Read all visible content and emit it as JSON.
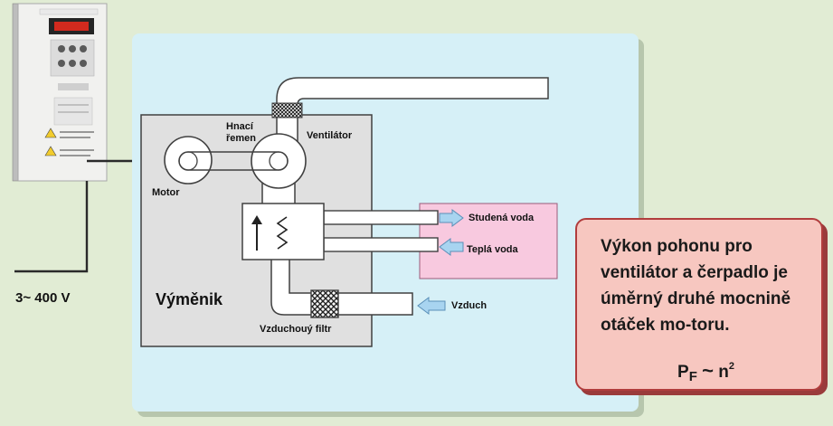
{
  "labels": {
    "belt": "Hnací řemen",
    "fan": "Ventilátor",
    "motor": "Motor",
    "cold_water": "Studená voda",
    "warm_water": "Teplá voda",
    "air": "Vzduch",
    "exchanger": "Výměnik",
    "filter": "Vzduchouý filtr",
    "voltage": "3~ 400 V"
  },
  "note": {
    "text": "Výkon pohonu pro ventilátor a čerpadlo je úměrný druhé mocnině otáček mo-toru.",
    "formula_p": "P",
    "formula_sub": "F",
    "formula_sym": "~",
    "formula_n": "n",
    "formula_sup": "2"
  },
  "colors": {
    "background": "#e1ecd4",
    "panel": "#d6f0f7",
    "note_fill": "#f7c7c0",
    "note_border": "#b13d3d",
    "water_box": "#f8c9df",
    "arrow_fill": "#a8d4f0"
  }
}
